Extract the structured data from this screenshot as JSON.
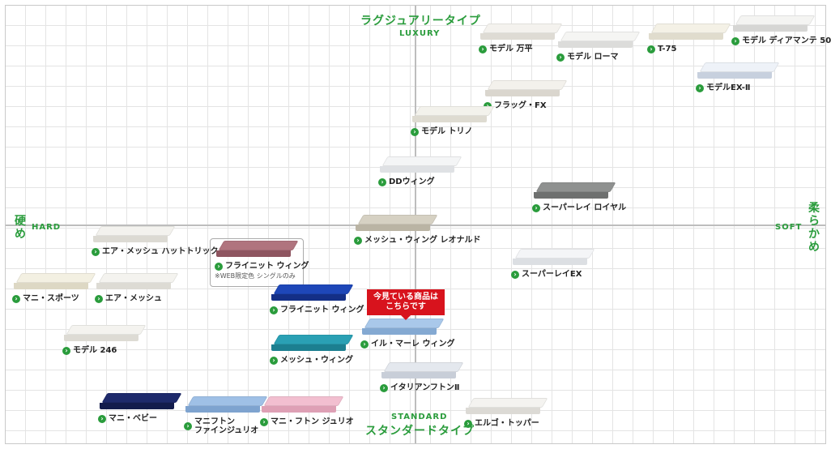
{
  "axes": {
    "top_jp": "ラグジュアリータイプ",
    "top_en": "LUXURY",
    "bottom_jp": "スタンダードタイプ",
    "bottom_en": "STANDARD",
    "left_jp": [
      "硬",
      "め"
    ],
    "left_en": "HARD",
    "right_jp": [
      "柔",
      "ら",
      "か",
      "め"
    ],
    "right_en": "SOFT"
  },
  "badge": {
    "line1": "今見ている商品は",
    "line2": "こちらです"
  },
  "products": [
    {
      "id": "model-manpei",
      "label": "モデル 万平",
      "top": "#f4f2ee",
      "side": "#dedbd4"
    },
    {
      "id": "model-roma",
      "label": "モデル ローマ",
      "top": "#f5f5f3",
      "side": "#dcdcda"
    },
    {
      "id": "t75",
      "label": "T-75",
      "top": "#f4f1e6",
      "side": "#e0dccd"
    },
    {
      "id": "model-diamante",
      "label": "モデル ディアマンテ 50",
      "top": "#f4f4f2",
      "side": "#d6d6d4"
    },
    {
      "id": "model-ex2",
      "label": "モデルEX-Ⅱ",
      "top": "#eef2f8",
      "side": "#c7d0de"
    },
    {
      "id": "flag-fx",
      "label": "フラッグ・FX",
      "top": "#f3f1ec",
      "side": "#dad6ce"
    },
    {
      "id": "model-torino",
      "label": "モデル トリノ",
      "top": "#f3f2ec",
      "side": "#dedbd1"
    },
    {
      "id": "dd-wing",
      "label": "DDウィング",
      "top": "#f4f5f6",
      "side": "#dfe1e4"
    },
    {
      "id": "superlay-royal",
      "label": "スーパーレイ ロイヤル",
      "top": "#8f9190",
      "side": "#6e706f"
    },
    {
      "id": "mesh-wing-leonardo",
      "label": "メッシュ・ウィング レオナルド",
      "top": "#d6d1c3",
      "side": "#bab4a4"
    },
    {
      "id": "air-mesh-hattrick",
      "label": "エア・メッシュ ハットトリック",
      "top": "#f3f2ee",
      "side": "#dcdad3"
    },
    {
      "id": "flynit-wing-web",
      "label": "フライニット ウィング",
      "note": "※WEB限定色 シングルのみ",
      "top": "#b0747e",
      "side": "#8e5560"
    },
    {
      "id": "superlay-ex",
      "label": "スーパーレイEX",
      "top": "#f4f5f7",
      "side": "#dcdfe3"
    },
    {
      "id": "mani-sports",
      "label": "マニ・スポーツ",
      "top": "#f3f0e2",
      "side": "#ddd8c4"
    },
    {
      "id": "air-mesh",
      "label": "エア・メッシュ",
      "top": "#f4f3ef",
      "side": "#dddbd4"
    },
    {
      "id": "flynit-wing",
      "label": "フライニット ウィング",
      "top": "#1e47b8",
      "side": "#142f86"
    },
    {
      "id": "il-mare-wing",
      "label": "イル・マーレ ウィング",
      "top": "#a9c8ea",
      "side": "#84a9d2"
    },
    {
      "id": "model-246",
      "label": "モデル 246",
      "top": "#f4f3ef",
      "side": "#dddbd4"
    },
    {
      "id": "mesh-wing",
      "label": "メッシュ・ウィング",
      "top": "#2aa0b4",
      "side": "#1c7f90"
    },
    {
      "id": "italian-futon2",
      "label": "イタリアンフトンⅡ",
      "top": "#e4e8ee",
      "side": "#c8ced8"
    },
    {
      "id": "mani-baby",
      "label": "マニ・ベビー",
      "top": "#1e2a6b",
      "side": "#131c4c"
    },
    {
      "id": "mani-futon-fine-giulio",
      "label": [
        "マニフトン",
        "ファインジュリオ"
      ],
      "top": "#9fc0e6",
      "side": "#7ea3cf"
    },
    {
      "id": "mani-futon-giulio",
      "label": "マニ・フトン ジュリオ",
      "top": "#f2bfd0",
      "side": "#dea0b5"
    },
    {
      "id": "ergo-topper",
      "label": "エルゴ・トッパー",
      "top": "#f4f3f0",
      "side": "#dcdad5"
    }
  ]
}
